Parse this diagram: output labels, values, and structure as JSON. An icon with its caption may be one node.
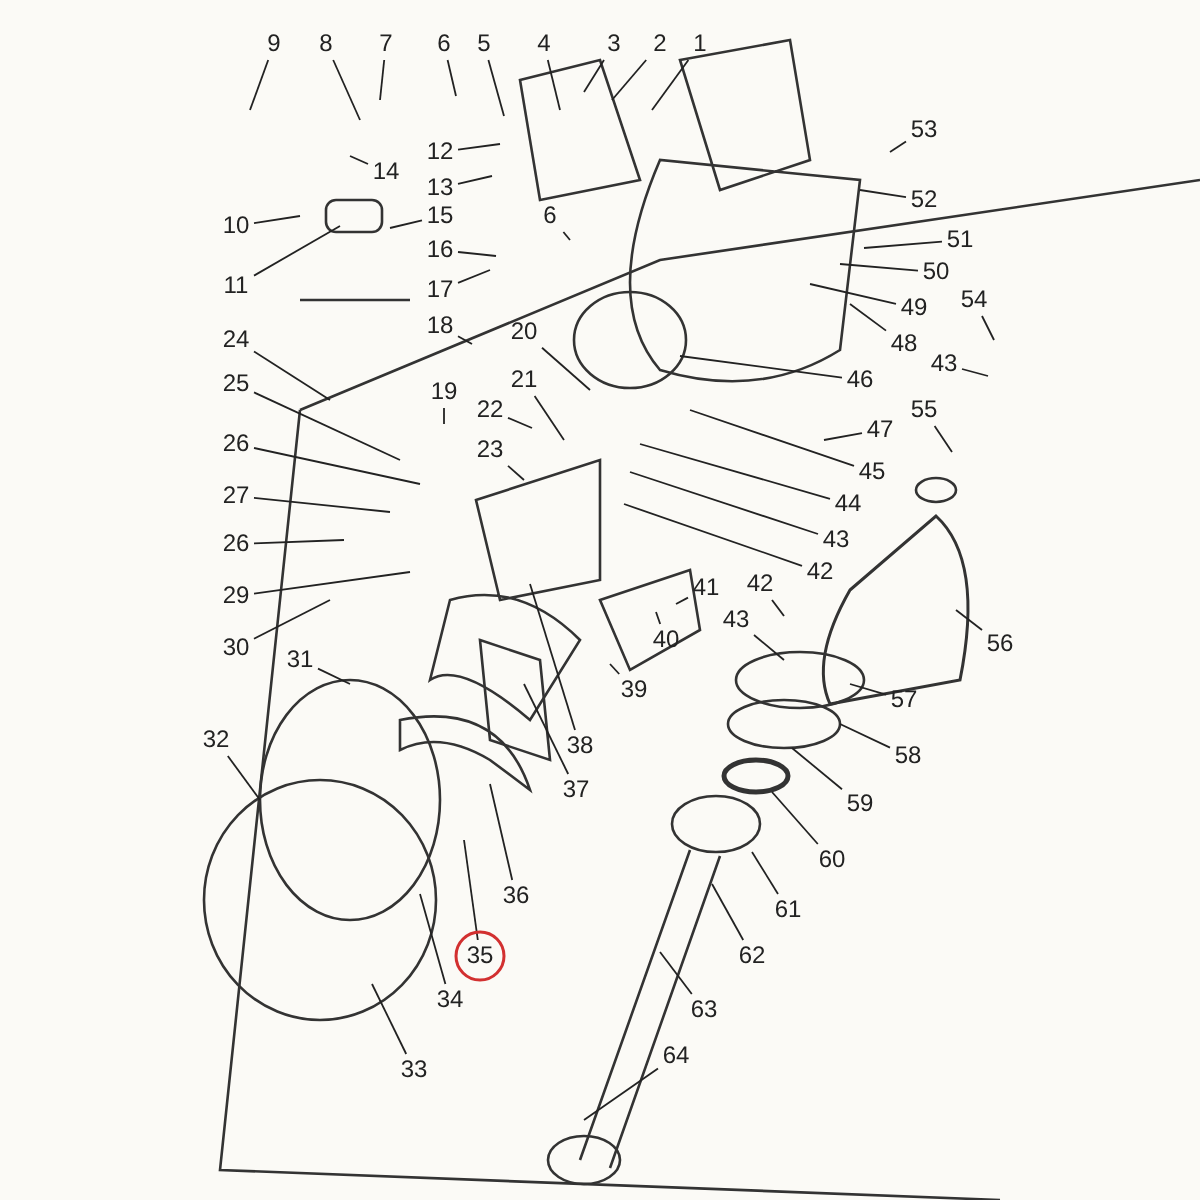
{
  "diagram": {
    "nodes": [
      {
        "text": [
          "9"
        ]
      },
      {
        "text": [
          "8"
        ]
      },
      {
        "text": [
          "7"
        ]
      },
      {
        "text": [
          "6"
        ]
      },
      {
        "text": [
          "5"
        ]
      },
      {
        "text": [
          "4"
        ]
      },
      {
        "text": [
          "3"
        ]
      },
      {
        "text": [
          "2"
        ]
      },
      {
        "text": [
          "1"
        ]
      },
      {
        "text": [
          "53"
        ]
      },
      {
        "text": [
          "12"
        ]
      },
      {
        "text": [
          "14"
        ]
      },
      {
        "text": [
          "13"
        ]
      },
      {
        "text": [
          "6"
        ]
      },
      {
        "text": [
          "52"
        ]
      },
      {
        "text": [
          "15"
        ]
      },
      {
        "text": [
          "10"
        ]
      },
      {
        "text": [
          "51"
        ]
      },
      {
        "text": [
          "16"
        ]
      },
      {
        "text": [
          "50"
        ]
      },
      {
        "text": [
          "11"
        ]
      },
      {
        "text": [
          "17"
        ]
      },
      {
        "text": [
          "54"
        ]
      },
      {
        "text": [
          "49"
        ]
      },
      {
        "text": [
          "20"
        ]
      },
      {
        "text": [
          "18"
        ]
      },
      {
        "text": [
          "24"
        ]
      },
      {
        "text": [
          "48"
        ]
      },
      {
        "text": [
          "43"
        ]
      },
      {
        "text": [
          "21"
        ]
      },
      {
        "text": [
          "46"
        ]
      },
      {
        "text": [
          "25"
        ]
      },
      {
        "text": [
          "19"
        ]
      },
      {
        "text": [
          "55"
        ]
      },
      {
        "text": [
          "22"
        ]
      },
      {
        "text": [
          "47"
        ]
      },
      {
        "text": [
          "26"
        ]
      },
      {
        "text": [
          "23"
        ]
      },
      {
        "text": [
          "45"
        ]
      },
      {
        "text": [
          "27"
        ]
      },
      {
        "text": [
          "44"
        ]
      },
      {
        "text": [
          "43"
        ]
      },
      {
        "text": [
          "26"
        ]
      },
      {
        "text": [
          "42"
        ]
      },
      {
        "text": [
          "41"
        ]
      },
      {
        "text": [
          "42"
        ]
      },
      {
        "text": [
          "29"
        ]
      },
      {
        "text": [
          "43"
        ]
      },
      {
        "text": [
          "40"
        ]
      },
      {
        "text": [
          "56"
        ]
      },
      {
        "text": [
          "30"
        ]
      },
      {
        "text": [
          "31"
        ]
      },
      {
        "text": [
          "39"
        ]
      },
      {
        "text": [
          "57"
        ]
      },
      {
        "text": [
          "32"
        ]
      },
      {
        "text": [
          "38"
        ]
      },
      {
        "text": [
          "58"
        ]
      },
      {
        "text": [
          "37"
        ]
      },
      {
        "text": [
          "59"
        ]
      },
      {
        "text": [
          "60"
        ]
      },
      {
        "text": [
          "36"
        ]
      },
      {
        "text": [
          "61"
        ]
      },
      {
        "text": [
          "35"
        ]
      },
      {
        "text": [
          "62"
        ]
      },
      {
        "text": [
          "34"
        ]
      },
      {
        "text": [
          "63"
        ]
      },
      {
        "text": [
          "64"
        ]
      },
      {
        "text": [
          "33"
        ]
      }
    ],
    "edges": [
      {
        "from": 0,
        "to": null,
        "arrow": "none"
      },
      {
        "from": 1,
        "to": null,
        "arrow": "none"
      },
      {
        "from": 2,
        "to": null,
        "arrow": "none"
      },
      {
        "from": 3,
        "to": null,
        "arrow": "none"
      },
      {
        "from": 4,
        "to": null,
        "arrow": "none"
      },
      {
        "from": 5,
        "to": null,
        "arrow": "none"
      },
      {
        "from": 6,
        "to": null,
        "arrow": "none"
      },
      {
        "from": 7,
        "to": null,
        "arrow": "none"
      },
      {
        "from": 8,
        "to": null,
        "arrow": "none"
      },
      {
        "from": 9,
        "to": null,
        "arrow": "none"
      },
      {
        "from": 10,
        "to": null,
        "arrow": "none"
      },
      {
        "from": 11,
        "to": null,
        "arrow": "none"
      },
      {
        "from": 12,
        "to": null,
        "arrow": "none"
      },
      {
        "from": 13,
        "to": null,
        "arrow": "none"
      },
      {
        "from": 14,
        "to": null,
        "arrow": "none"
      },
      {
        "from": 15,
        "to": null,
        "arrow": "none"
      },
      {
        "from": 16,
        "to": null,
        "arrow": "none"
      },
      {
        "from": 17,
        "to": null,
        "arrow": "none"
      },
      {
        "from": 18,
        "to": null,
        "arrow": "none"
      },
      {
        "from": 19,
        "to": null,
        "arrow": "none"
      },
      {
        "from": 20,
        "to": null,
        "arrow": "none"
      },
      {
        "from": 21,
        "to": null,
        "arrow": "none"
      },
      {
        "from": 22,
        "to": null,
        "arrow": "none"
      },
      {
        "from": 23,
        "to": null,
        "arrow": "none"
      },
      {
        "from": 24,
        "to": null,
        "arrow": "none"
      },
      {
        "from": 25,
        "to": null,
        "arrow": "none"
      },
      {
        "from": 26,
        "to": null,
        "arrow": "none"
      },
      {
        "from": 27,
        "to": null,
        "arrow": "none"
      },
      {
        "from": 28,
        "to": null,
        "arrow": "none"
      },
      {
        "from": 29,
        "to": null,
        "arrow": "none"
      },
      {
        "from": 30,
        "to": null,
        "arrow": "none"
      },
      {
        "from": 31,
        "to": null,
        "arrow": "none"
      },
      {
        "from": 32,
        "to": null,
        "arrow": "none"
      },
      {
        "from": 33,
        "to": null,
        "arrow": "none"
      },
      {
        "from": 34,
        "to": null,
        "arrow": "none"
      },
      {
        "from": 35,
        "to": null,
        "arrow": "none"
      },
      {
        "from": 36,
        "to": null,
        "arrow": "none"
      },
      {
        "from": 37,
        "to": null,
        "arrow": "none"
      },
      {
        "from": 38,
        "to": null,
        "arrow": "none"
      },
      {
        "from": 39,
        "to": null,
        "arrow": "none"
      },
      {
        "from": 40,
        "to": null,
        "arrow": "none"
      },
      {
        "from": 41,
        "to": null,
        "arrow": "none"
      },
      {
        "from": 42,
        "to": null,
        "arrow": "none"
      },
      {
        "from": 43,
        "to": null,
        "arrow": "none"
      },
      {
        "from": 44,
        "to": null,
        "arrow": "none"
      },
      {
        "from": 45,
        "to": null,
        "arrow": "none"
      },
      {
        "from": 46,
        "to": null,
        "arrow": "none"
      },
      {
        "from": 47,
        "to": null,
        "arrow": "none"
      },
      {
        "from": 48,
        "to": null,
        "arrow": "none"
      },
      {
        "from": 49,
        "to": null,
        "arrow": "none"
      },
      {
        "from": 50,
        "to": null,
        "arrow": "none"
      },
      {
        "from": 51,
        "to": null,
        "arrow": "none"
      },
      {
        "from": 52,
        "to": null,
        "arrow": "none"
      },
      {
        "from": 53,
        "to": null,
        "arrow": "none"
      },
      {
        "from": 54,
        "to": null,
        "arrow": "none"
      },
      {
        "from": 55,
        "to": null,
        "arrow": "none"
      },
      {
        "from": 56,
        "to": null,
        "arrow": "none"
      },
      {
        "from": 57,
        "to": null,
        "arrow": "none"
      },
      {
        "from": 58,
        "to": null,
        "arrow": "none"
      },
      {
        "from": 59,
        "to": null,
        "arrow": "none"
      },
      {
        "from": 60,
        "to": null,
        "arrow": "none"
      },
      {
        "from": 61,
        "to": null,
        "arrow": "none"
      },
      {
        "from": 62,
        "to": null,
        "arrow": "none"
      },
      {
        "from": 63,
        "to": null,
        "arrow": "none"
      },
      {
        "from": 64,
        "to": null,
        "arrow": "none"
      },
      {
        "from": 65,
        "to": null,
        "arrow": "none"
      },
      {
        "from": 66,
        "to": null,
        "arrow": "none"
      },
      {
        "from": 67,
        "to": null,
        "arrow": "none"
      }
    ]
  }
}
